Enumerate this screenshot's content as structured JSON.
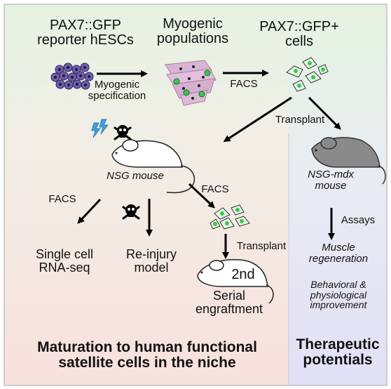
{
  "top": {
    "reporter": "PAX7::GFP\nreporter hESCs",
    "myogenic_populations": "Myogenic\npopulations",
    "gfp_cells": "PAX7::GFP+\ncells",
    "specification": "Myogenic\nspecification",
    "facs": "FACS"
  },
  "middle": {
    "transplant": "Transplant",
    "nsg_mouse": "NSG mouse",
    "nsg_mdx_mouse": "NSG-mdx\nmouse"
  },
  "left_branch": {
    "facs_left": "FACS",
    "single_cell": "Single cell\nRNA-seq",
    "reinjury": "Re-injury\nmodel",
    "facs_center": "FACS",
    "transplant2": "Transplant",
    "second": "2nd",
    "serial": "Serial\nengraftment"
  },
  "right_branch": {
    "assays": "Assays",
    "muscle_regen": "Muscle\nregeneration",
    "behavioral": "Behavioral &\nphysiological\nimprovement"
  },
  "bottom": {
    "maturation": "Maturation to human functional\nsatellite cells in the niche",
    "therapeutic": "Therapeutic\npotentials"
  },
  "colors": {
    "top_panel": "#e5f3e0",
    "left_panel": "#f7e3e0",
    "right_panel": "#e6e6f6",
    "cell_purple": "#6f5fa9",
    "gfp_green": "#37c94e",
    "muscle_pink": "#d9b4d4"
  }
}
